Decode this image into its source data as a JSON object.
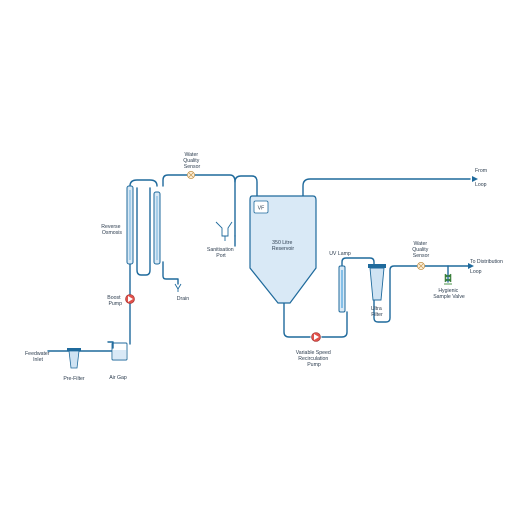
{
  "labels": {
    "feedwater_inlet": [
      "Feedwater",
      "Inlet"
    ],
    "pre_filter": "Pre-Filter",
    "air_gap": "Air Gap",
    "boost_pump": [
      "Boost",
      "Pump"
    ],
    "reverse_osmosis": [
      "Reverse",
      "Osmosis"
    ],
    "water_quality_sensor_1": [
      "Water",
      "Quality",
      "Sensor"
    ],
    "drain": "Drain",
    "sanitisation_port": [
      "Sanitisation",
      "Port"
    ],
    "vf": "VF",
    "reservoir": [
      "350 Litre",
      "Reservoir"
    ],
    "from_loop": [
      "From",
      "Loop"
    ],
    "uv_lamp": "UV Lamp",
    "ultra_filter": [
      "Ultra",
      "Filter"
    ],
    "water_quality_sensor_2": [
      "Water",
      "Quality",
      "Sensor"
    ],
    "to_distribution_loop": [
      "To Distribution",
      "Loop"
    ],
    "hygienic_sample_valve": [
      "Hygienic",
      "Sample Valve"
    ],
    "recirculation_pump": [
      "Variable Speed",
      "Recirculation",
      "Pump"
    ]
  },
  "colors": {
    "pipe": "#1f6a9c",
    "vessel_fill": "#d9e9f6",
    "pump_red": "#e0504a",
    "valve_green": "#3a8a3a",
    "text": "#2d3d4f"
  },
  "icons": [
    "pump-icon",
    "sensor-valve-icon",
    "filter-icon",
    "drain-icon",
    "sample-valve-icon"
  ]
}
